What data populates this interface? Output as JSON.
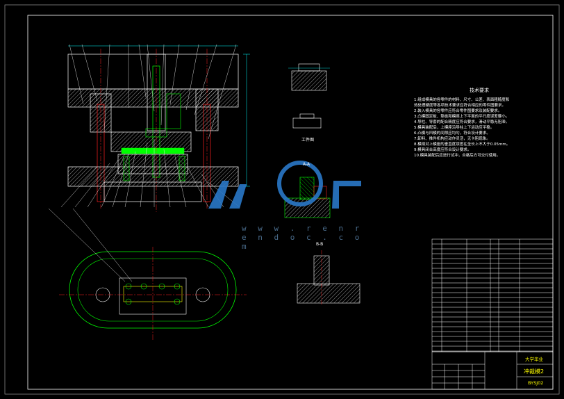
{
  "tech_req": {
    "title": "技术要求",
    "items": [
      "1.组成模具的各零件的材料、尺寸、公差、表面粗糙度和",
      "热处理硬度等各项技术要求应符合相应的零件图要求。",
      "2.装入模具的各零件应符合零件图要求及装配要求。",
      "3.凸模固定板、垫板和模座上下平面的平行度误差要小。",
      "4.导柱、导套的配合精度应符合要求，滑动平稳无阻滞。",
      "5.模具装配后，上模座沿导柱上下运动应平稳。",
      "6.凸模与凹模的间隙应均匀，符合设计要求。",
      "7.卸料、推件机构应动作灵活，无卡阻现象。",
      "8.模柄对上模座的垂直度误差在全长上不大于0.05mm。",
      "9.模具闭合高度应符合设计要求。",
      "10.模具装配后应进行试冲，合格后方可交付使用。"
    ]
  },
  "views": {
    "part_label": "工件图",
    "section_a": "A-A",
    "section_b": "B-B"
  },
  "watermark": {
    "url": "w w w . r e n r e n d o c . c o m"
  },
  "title_block": {
    "school": "大学毕业",
    "drawing_title": "冲裁模2",
    "drawing_no": "BYSJ02"
  },
  "colors": {
    "outline": "#ffffff",
    "part": "#00ff00",
    "hatch": "#ff2020",
    "dims": "#00ffff",
    "callouts": "#ffff00"
  }
}
